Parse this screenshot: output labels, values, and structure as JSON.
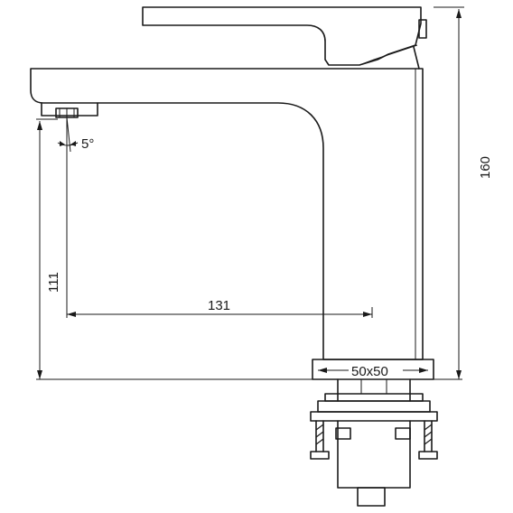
{
  "dimensions": {
    "total_height": "160",
    "spout_height": "111",
    "spout_reach": "131",
    "base_size": "50x50",
    "spout_angle": "5°"
  }
}
